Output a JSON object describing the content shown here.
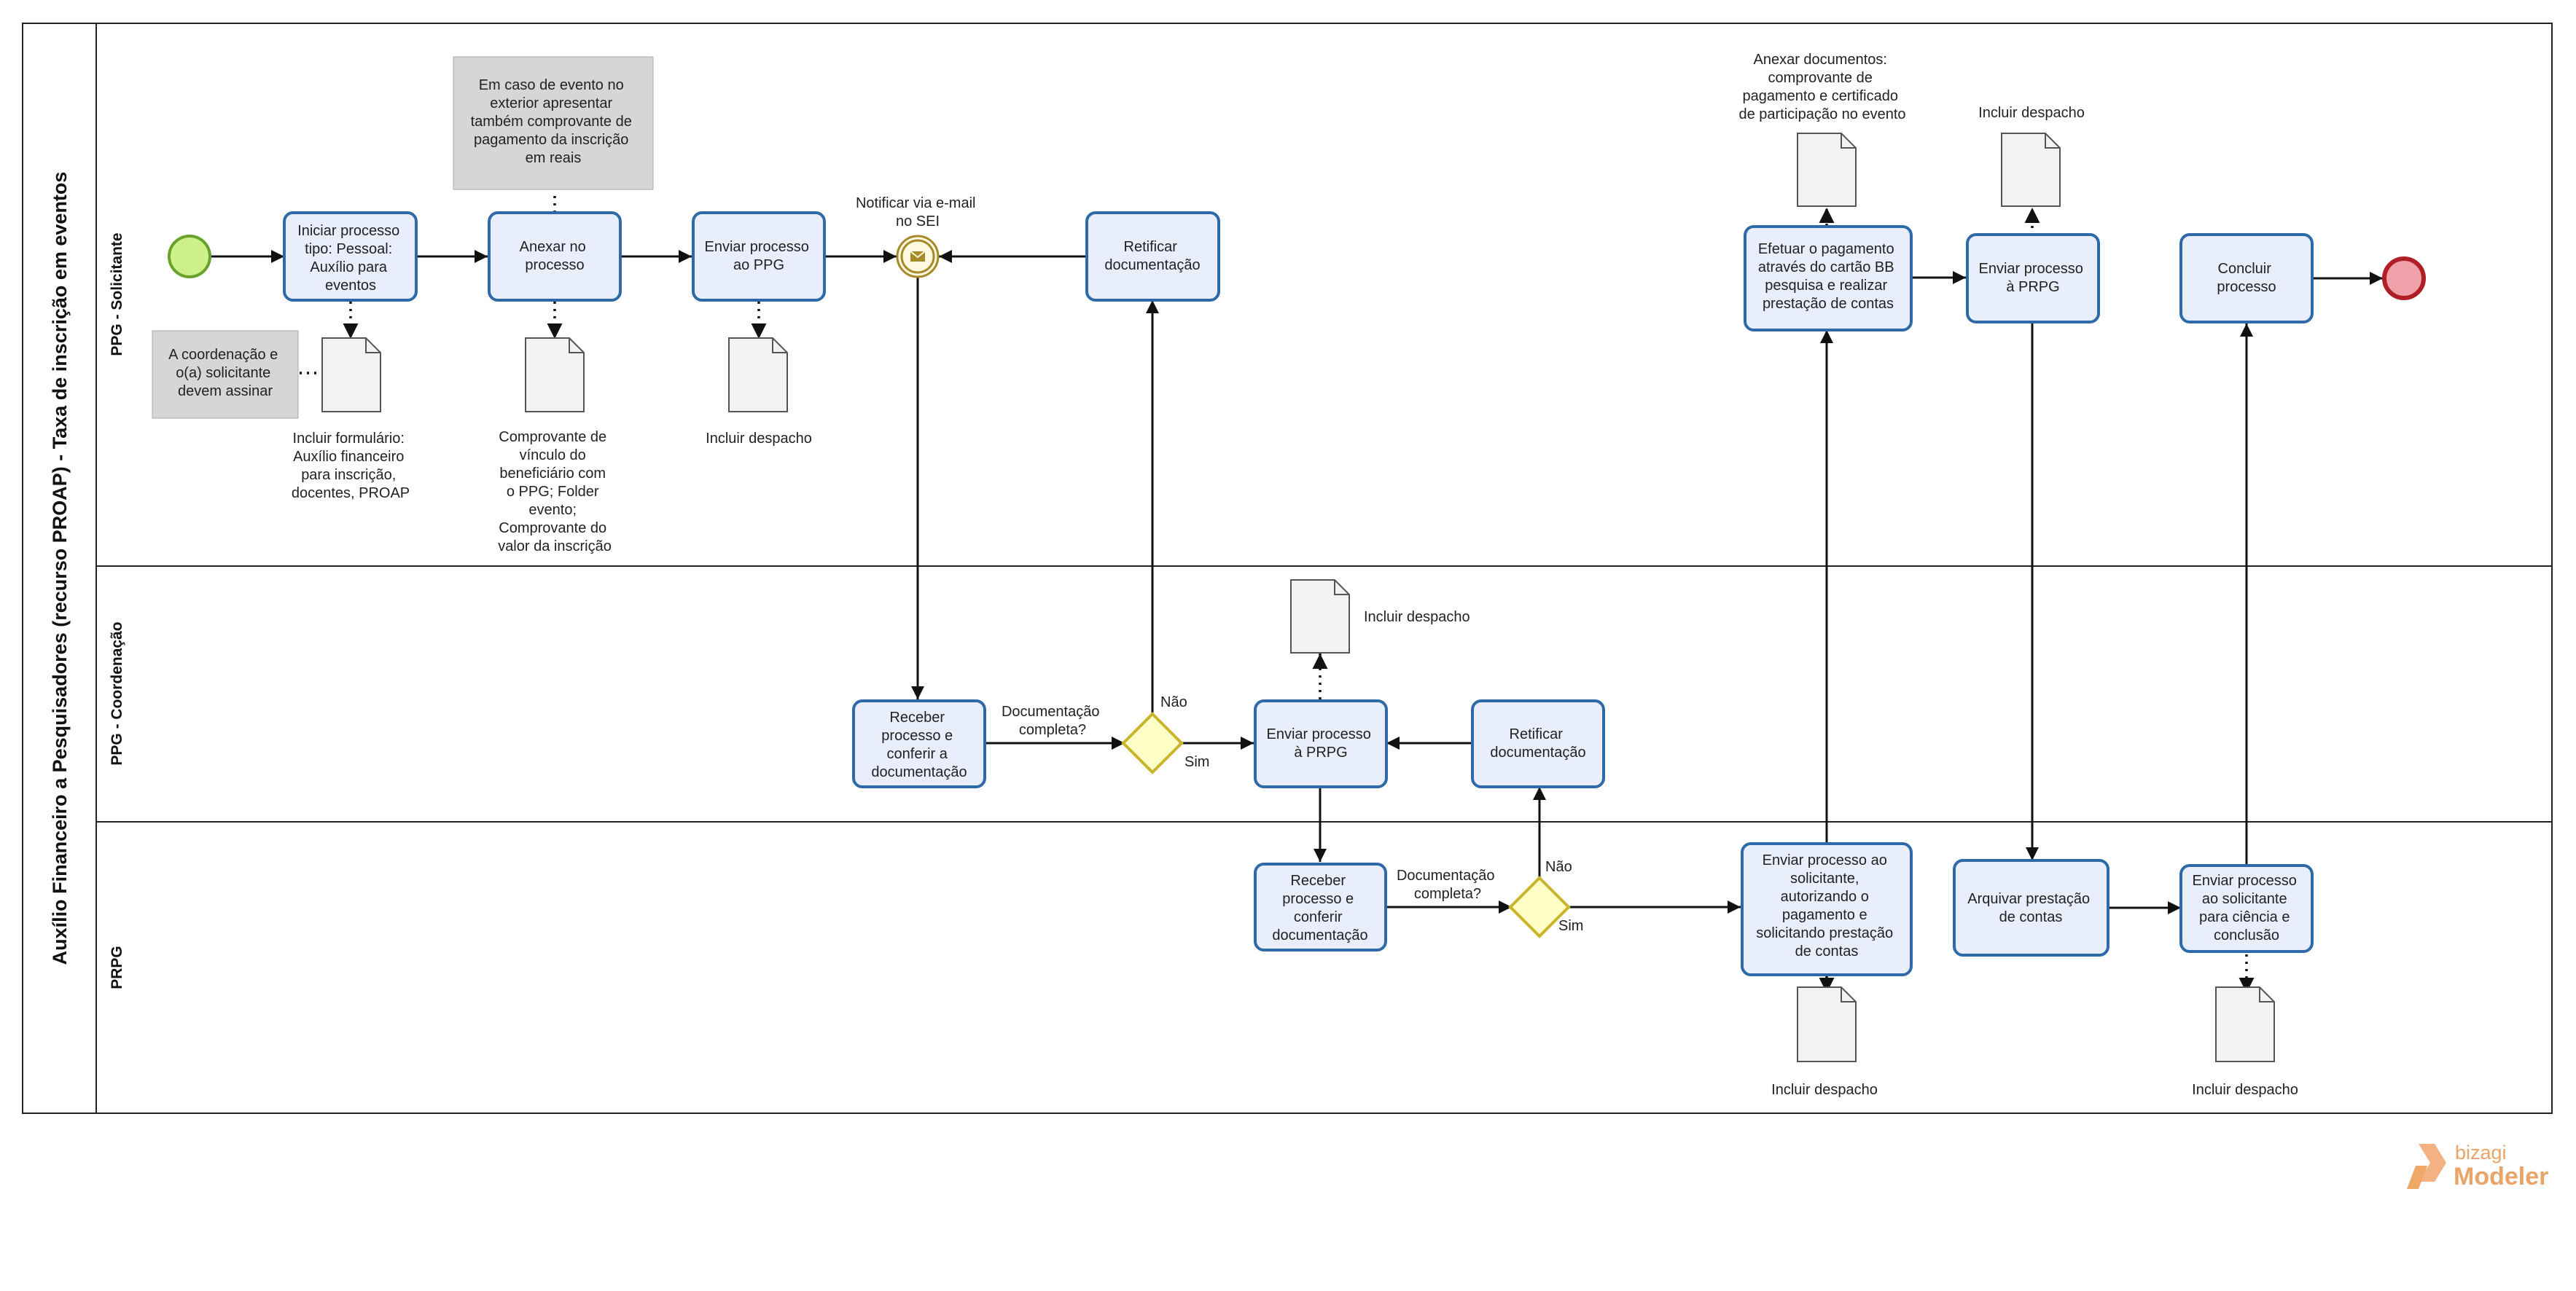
{
  "pool": {
    "title": "Auxílio Financeiro a Pesquisadores (recurso PROAP) - Taxa de inscrição em eventos"
  },
  "lanes": {
    "solicitante": "PPG - Solicitante",
    "coordenacao": "PPG - Coordenação",
    "prpg": "PRPG"
  },
  "tasks": {
    "iniciar": [
      "Iniciar processo",
      "tipo: Pessoal:",
      "Auxílio para",
      "eventos"
    ],
    "anexar": [
      "Anexar no",
      "processo"
    ],
    "enviar_ppg": [
      "Enviar processo",
      "ao PPG"
    ],
    "retificar_sol": [
      "Retificar",
      "documentação"
    ],
    "efetuar": [
      "Efetuar o pagamento",
      "através do cartão BB",
      "pesquisa e realizar",
      "prestação de contas"
    ],
    "enviar_prpg_sol": [
      "Enviar processo",
      "à PRPG"
    ],
    "concluir": [
      "Concluir",
      "processo"
    ],
    "receber_coord": [
      "Receber",
      "processo e",
      "conferir a",
      "documentação"
    ],
    "enviar_prpg_coord": [
      "Enviar processo",
      "à PRPG"
    ],
    "retificar_coord": [
      "Retificar",
      "documentação"
    ],
    "receber_prpg": [
      "Receber",
      "processo e",
      "conferir",
      "documentação"
    ],
    "enviar_solicitante": [
      "Enviar processo ao",
      "solicitante,",
      "autorizando o",
      "pagamento e",
      "solicitando prestação",
      "de contas"
    ],
    "arquivar": [
      "Arquivar prestação",
      "de contas"
    ],
    "enviar_ciencia": [
      "Enviar processo",
      "ao solicitante",
      "para ciência e",
      "conclusão"
    ]
  },
  "events": {
    "notificar": [
      "Notificar via e-mail",
      "no SEI"
    ]
  },
  "gateways": {
    "g1": {
      "question": [
        "Documentação",
        "completa?"
      ],
      "yes": "Sim",
      "no": "Não"
    },
    "g2": {
      "question": [
        "Documentação",
        "completa?"
      ],
      "yes": "Sim",
      "no": "Não"
    }
  },
  "notes": {
    "exterior": [
      "Em caso de evento no",
      "exterior apresentar",
      "também comprovante de",
      "pagamento da inscrição",
      "em reais"
    ],
    "assinar": [
      "A coordenação e",
      "o(a) solicitante",
      "devem assinar"
    ]
  },
  "documents": {
    "formulario": [
      "Incluir formulário:",
      "Auxílio financeiro",
      "para inscrição,",
      "docentes, PROAP"
    ],
    "comprovante": [
      "Comprovante de",
      "vínculo do",
      "beneficiário com",
      "o PPG; Folder",
      "evento;",
      "Comprovante do",
      "valor da inscrição"
    ],
    "despacho_ppg": [
      "Incluir despacho"
    ],
    "anexar_docs": [
      "Anexar documentos:",
      "comprovante de",
      "pagamento e certificado",
      "de participação no evento"
    ],
    "despacho_sol": [
      "Incluir despacho"
    ],
    "despacho_coord": [
      "Incluir despacho"
    ],
    "despacho_prpg1": [
      "Incluir despacho"
    ],
    "despacho_prpg2": [
      "Incluir despacho"
    ]
  },
  "logo": {
    "brand": "bizagi",
    "product": "Modeler"
  },
  "colors": {
    "task_fill": "#e8eefc",
    "task_stroke": "#2e6aa8",
    "start_fill": "#ccf08a",
    "end_fill": "#f0a0a8",
    "gateway_fill": "#ffffc8",
    "note_fill": "#d6d6d6"
  }
}
